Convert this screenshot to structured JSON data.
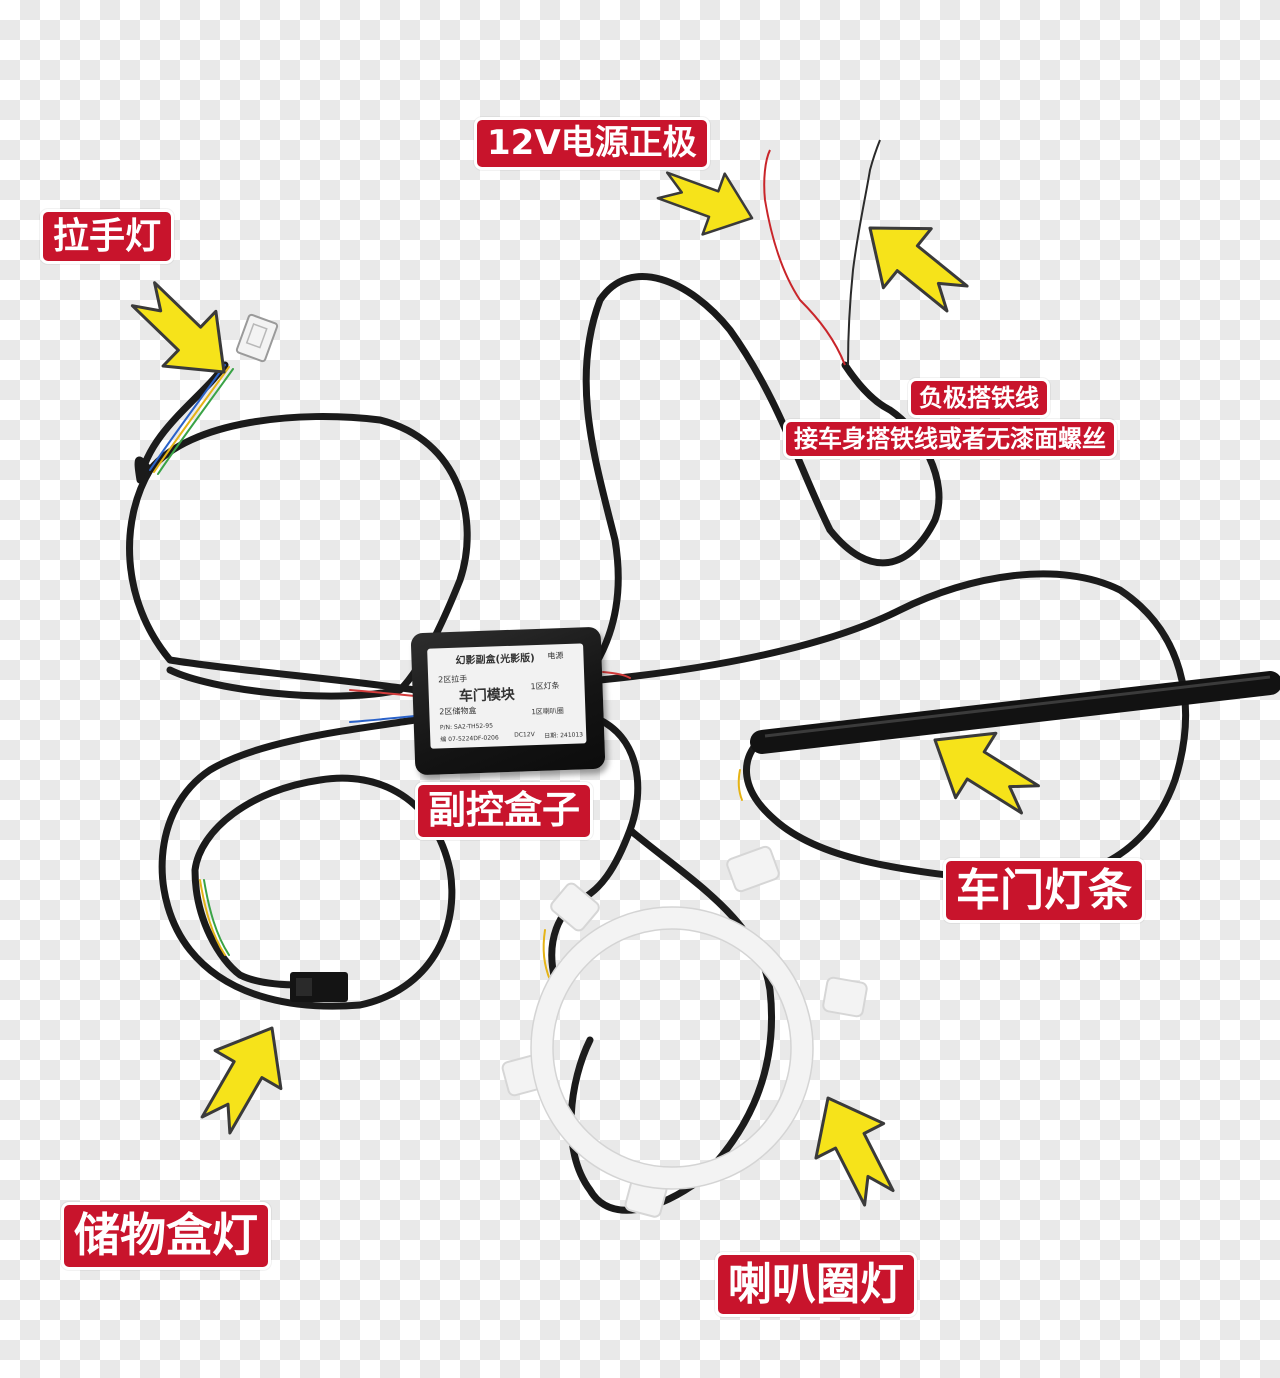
{
  "labels": {
    "power_positive": "12V电源正极",
    "handle_light": "拉手灯",
    "ground_wire": "负极搭铁线",
    "ground_note": "接车身搭铁线或者无漆面螺丝",
    "sub_control_box": "副控盒子",
    "door_strip": "车门灯条",
    "glovebox_light": "储物盒灯",
    "speaker_ring": "喇叭圈灯"
  },
  "module": {
    "title": "幻影副盒(光影版)",
    "power": "电源",
    "zone2_handle": "2区拉手",
    "zone1_strip": "1区灯条",
    "main_label": "车门模块",
    "zone2_glovebox": "2区储物盒",
    "zone1_ring": "1区喇叭圈",
    "part_number": "P/N: SA2-TH52-95",
    "code": "编 07-5224DF-0206",
    "voltage": "DC12V",
    "date": "日期: 241013"
  },
  "colors": {
    "label_bg": "#c8142c",
    "label_text": "#ffffff",
    "arrow_fill": "#f6e31a",
    "arrow_stroke": "#3a3a3a",
    "cable": "#1b1b1b",
    "ring": "#f3f3f3"
  },
  "icons": {
    "arrow": "yellow-pointer-arrow"
  }
}
